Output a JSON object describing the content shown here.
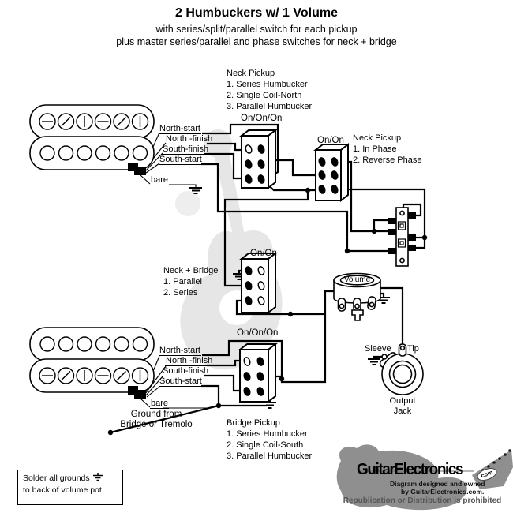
{
  "title": {
    "main": "2 Humbuckers w/ 1 Volume",
    "sub1": "with series/split/parallel switch for each pickup",
    "sub2": "plus master series/parallel and phase switches for neck + bridge"
  },
  "neck_switch": {
    "heading": "Neck Pickup",
    "options": [
      "1. Series Humbucker",
      "2. Single Coil-North",
      "3. Parallel Humbucker"
    ],
    "type_label": "On/On/On"
  },
  "phase_switch": {
    "heading": "Neck Pickup",
    "options": [
      "1. In Phase",
      "2. Reverse Phase"
    ],
    "type_label": "On/On"
  },
  "master_switch": {
    "heading": "Neck + Bridge",
    "options": [
      "1. Parallel",
      "2. Series"
    ],
    "type_label": "On/On"
  },
  "bridge_switch": {
    "heading": "Bridge Pickup",
    "options": [
      "1. Series Humbucker",
      "2. Single Coil-South",
      "3. Parallel Humbucker"
    ],
    "type_label": "On/On/On"
  },
  "neck_pickup_wires": {
    "north_start": "North-start",
    "north_finish": "North -finish",
    "south_finish": "South-finish",
    "south_start": "South-start",
    "bare": "bare"
  },
  "bridge_pickup_wires": {
    "north_start": "North-start",
    "north_finish": "North -finish",
    "south_finish": "South-finish",
    "south_start": "South-start",
    "bare": "bare"
  },
  "tremolo_ground": {
    "line1": "Ground from",
    "line2": "Bridge or Tremolo"
  },
  "volume_pot": {
    "label": "Volume"
  },
  "output_jack": {
    "sleeve": "Sleeve",
    "tip": "Tip",
    "caption_line1": "Output",
    "caption_line2": "Jack"
  },
  "ground_note": {
    "line1": "Solder all grounds",
    "line2": "to back of volume pot"
  },
  "logo": {
    "brand": "GuitarElectronics",
    "brand_suffix": "com",
    "credit1": "Diagram designed and owned",
    "credit2": "by GuitarElectronics.com.",
    "prohibited": "Republication or Distribution is prohibited"
  },
  "colors": {
    "wire": "#000000",
    "watermark": "#e4e4e4",
    "logo_gray": "#8f8f8f"
  }
}
